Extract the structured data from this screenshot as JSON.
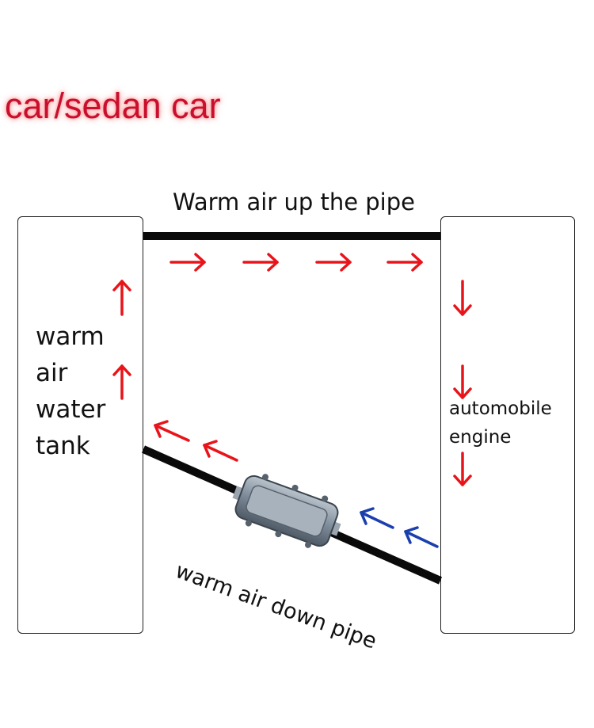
{
  "title": "car/sedan car",
  "up_pipe_label": "Warm air up the pipe",
  "down_pipe_label": "warm air down pipe",
  "tank": {
    "lines": [
      "warm",
      "air",
      "water",
      "tank"
    ]
  },
  "engine": {
    "lines": [
      "automobile",
      "engine"
    ]
  },
  "colors": {
    "title": "#c8102e",
    "warm_arrow": "#e8141a",
    "cool_arrow": "#1a3fae",
    "pipe": "#0a0a0a",
    "heater": "#7d8a99"
  },
  "icons": {
    "flow_warm": "red-arrow-icon",
    "flow_cool": "blue-arrow-icon",
    "device": "heater-device-icon"
  }
}
